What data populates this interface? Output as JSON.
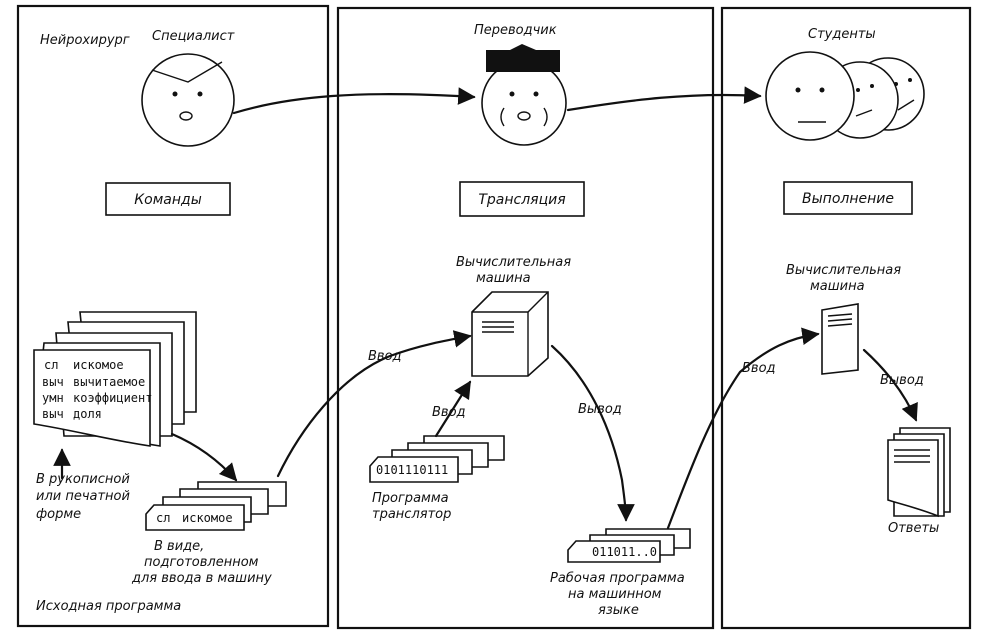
{
  "panels": {
    "left": {
      "neurosurgeon": "Нейрохирург",
      "specialist": "Специалист",
      "stage_label": "Команды",
      "code_lines": [
        {
          "op": "сл",
          "word": "искомое"
        },
        {
          "op": "выч",
          "word": "вычитаемое"
        },
        {
          "op": "умн",
          "word": "коэффициент"
        },
        {
          "op": "выч",
          "word": "доля"
        }
      ],
      "handwritten_note": [
        "В рукописной",
        "или печатной",
        "форме"
      ],
      "card_text": {
        "op": "сл",
        "word": "искомое"
      },
      "prepared_note": [
        "В виде,",
        "подготовленном",
        "для ввода в машину"
      ],
      "footer": "Исходная программа"
    },
    "middle": {
      "translator": "Переводчик",
      "stage_label": "Трансляция",
      "computer": [
        "Вычислительная",
        "машина"
      ],
      "input_left": "Ввод",
      "input_cards": "Ввод",
      "output": "Вывод",
      "translator_cards_value": "0101110111",
      "translator_program": [
        "Программа",
        "транслятор"
      ],
      "work_cards_value": "011011..0",
      "work_program": [
        "Рабочая программа",
        "на машинном",
        "языке"
      ]
    },
    "right": {
      "students": "Студенты",
      "stage_label": "Выполнение",
      "computer": [
        "Вычислительная",
        "машина"
      ],
      "input": "Ввод",
      "output": "Вывод",
      "answers": "Ответы"
    }
  }
}
